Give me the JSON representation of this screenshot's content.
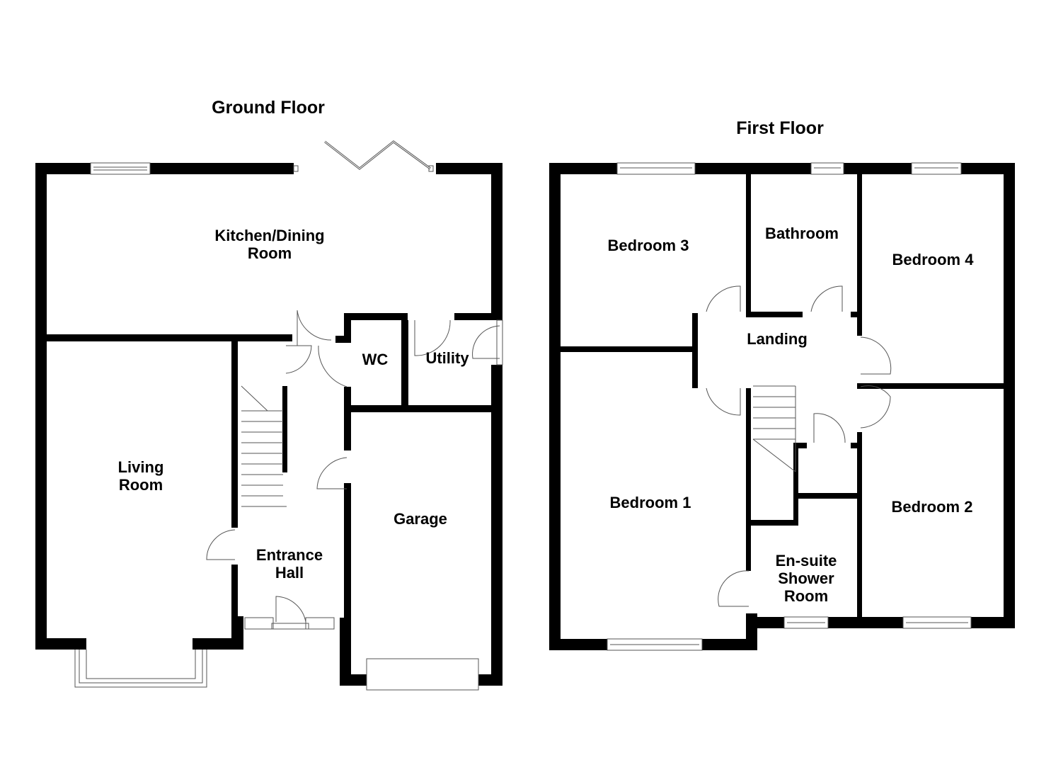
{
  "colors": {
    "wall": "#000000",
    "background": "#ffffff",
    "fixture": "#555555"
  },
  "ground_floor": {
    "title": "Ground Floor",
    "rooms": [
      {
        "id": "kitchen",
        "label": "Kitchen/Dining\nRoom"
      },
      {
        "id": "wc",
        "label": "WC"
      },
      {
        "id": "utility",
        "label": "Utility"
      },
      {
        "id": "living",
        "label": "Living\nRoom"
      },
      {
        "id": "hall",
        "label": "Entrance\nHall"
      },
      {
        "id": "garage",
        "label": "Garage"
      }
    ]
  },
  "first_floor": {
    "title": "First Floor",
    "rooms": [
      {
        "id": "bed3",
        "label": "Bedroom 3"
      },
      {
        "id": "bathroom",
        "label": "Bathroom"
      },
      {
        "id": "bed4",
        "label": "Bedroom 4"
      },
      {
        "id": "landing",
        "label": "Landing"
      },
      {
        "id": "bed1",
        "label": "Bedroom 1"
      },
      {
        "id": "bed2",
        "label": "Bedroom 2"
      },
      {
        "id": "ensuite",
        "label": "En-suite\nShower\nRoom"
      }
    ]
  }
}
